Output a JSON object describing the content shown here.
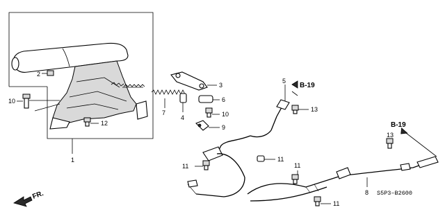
{
  "callouts": {
    "c1": "1",
    "c2": "2",
    "c3": "3",
    "c4": "4",
    "c5": "5",
    "c6": "6",
    "c7": "7",
    "c8": "8",
    "c9": "9",
    "c10a": "10",
    "c10b": "10",
    "c11a": "11",
    "c11b": "11",
    "c11c": "11",
    "c11d": "11",
    "c12": "12",
    "c13a": "13",
    "c13b": "13"
  },
  "refs": {
    "top": "B-19",
    "right": "B-19"
  },
  "front_marker": "FR.",
  "diagram_code": "S5P3–B2600"
}
